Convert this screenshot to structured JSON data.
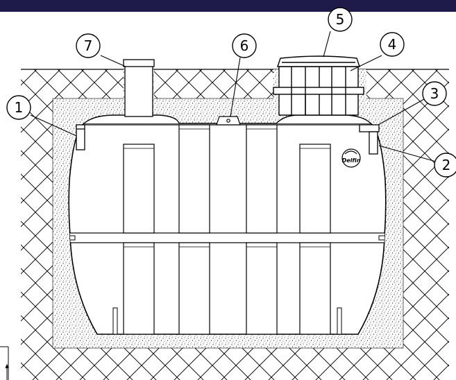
{
  "header_bar_color": "#1e1b4b",
  "brand_logo": "Delfin",
  "callouts": [
    {
      "number": "1"
    },
    {
      "number": "2"
    },
    {
      "number": "3"
    },
    {
      "number": "4"
    },
    {
      "number": "5"
    },
    {
      "number": "6"
    },
    {
      "number": "7"
    }
  ]
}
